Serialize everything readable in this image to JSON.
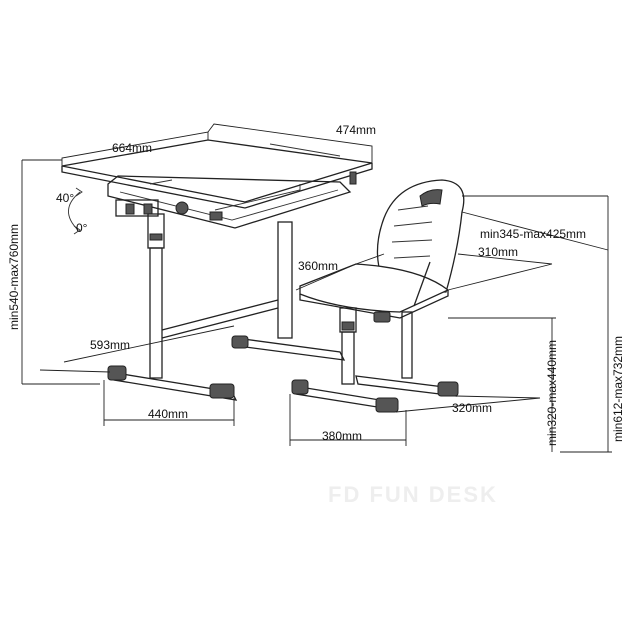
{
  "dimensions": {
    "desk_depth": "664mm",
    "desk_width": "474mm",
    "desk_height": "min540-max760mm",
    "tilt_max": "40°",
    "tilt_min": "0°",
    "desk_leg_depth": "593mm",
    "desk_base_width": "440mm",
    "chair_back_width": "min345-max425mm",
    "chair_seat_width": "310mm",
    "chair_seat_depth": "360mm",
    "chair_total_height": "min612-max732mm",
    "chair_seat_height": "min320-max440mm",
    "chair_base_depth": "320mm",
    "chair_base_width": "380mm"
  },
  "watermark": "FD FUN DESK"
}
